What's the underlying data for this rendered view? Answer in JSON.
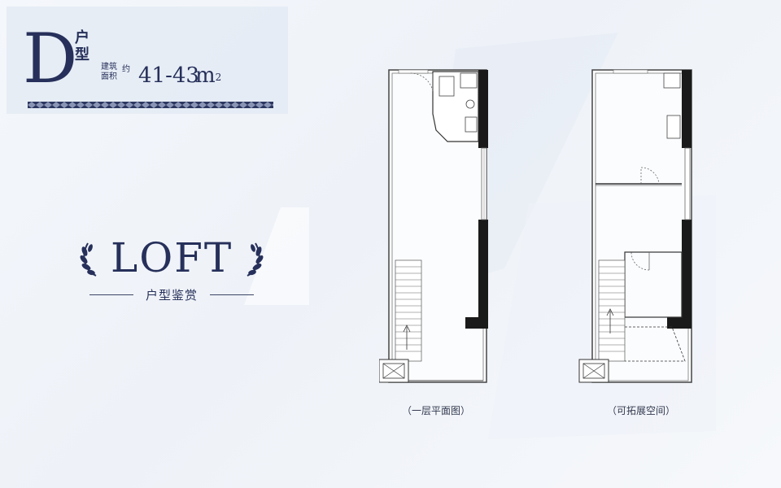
{
  "header": {
    "type_letter": "D",
    "huxing": "户型",
    "area_label": "建筑面积",
    "area_approx": "约",
    "area_value": "41-43",
    "area_unit": "m",
    "area_unit_sup": "2"
  },
  "hero": {
    "title": "LOFT",
    "subtitle": "户型鉴赏"
  },
  "plans": [
    {
      "caption": "（一层平面图）"
    },
    {
      "caption": "（可拓展空间）"
    }
  ],
  "colors": {
    "navy": "#26305a",
    "wall": "#1a1a1a",
    "line": "#555555",
    "background": "#f2f5fa"
  }
}
